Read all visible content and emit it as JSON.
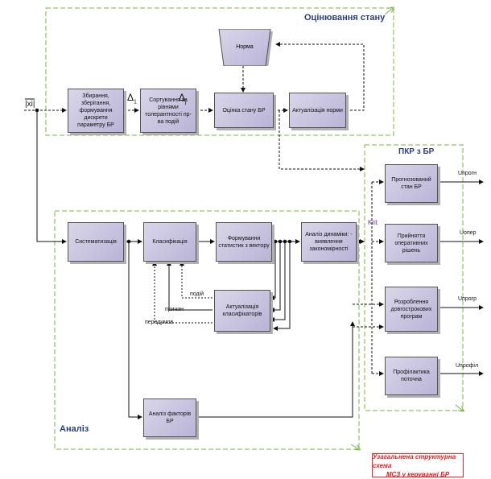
{
  "sections": {
    "state": "Оцінювання стану",
    "pkr": "ПКР з БР",
    "analysis": "Аналіз"
  },
  "blocks": {
    "collect": "Збирання, зберігання, формування дискрети параметру БР",
    "sort": "Сортування за рівнями толерантності пр-ва подій",
    "assess": "Оцінка стану БР",
    "update_norm": "Актуалізація норми",
    "norm": "Норма",
    "systematize": "Систематизація",
    "classify": "Класифікація",
    "statistics": "Формування статистик з вектору",
    "dynamics": "Аналіз динаміки: - виявлення закономірності",
    "update_classifiers": "Актуалізація класифікаторів",
    "factor_analysis": "Аналіз факторів БР",
    "forecast": "Прогнозований стан БР",
    "decisions": "Прийняття оперативних рішень",
    "programs": "Розроблення довгострокових програм",
    "prevention": "Профілактика поточна"
  },
  "labels": {
    "input": "|xi|",
    "delta1": "Δ",
    "delta1_sub": "1",
    "delta2": "Δ",
    "delta2_sub": "j",
    "krit": "Krit",
    "events": "подій",
    "causes": "причин",
    "preconditions": "передумов"
  },
  "outputs": {
    "u_forecast": "Uпрогн",
    "u_oper": "Uопер",
    "u_program": "Uпрогр",
    "u_prevention": "Uпрофіл"
  },
  "caption": {
    "line1": "Узагальнена структурна схема",
    "line2": "МСЗ у керуванні БР"
  },
  "colors": {
    "state_frame": "#7cb342",
    "analysis_frame": "#7cb342",
    "pkr_frame": "#7cb342",
    "title": "#2d3f7a",
    "caption": "#e02020",
    "block_fill": "#c6c2de",
    "krit": "#7030a0"
  }
}
